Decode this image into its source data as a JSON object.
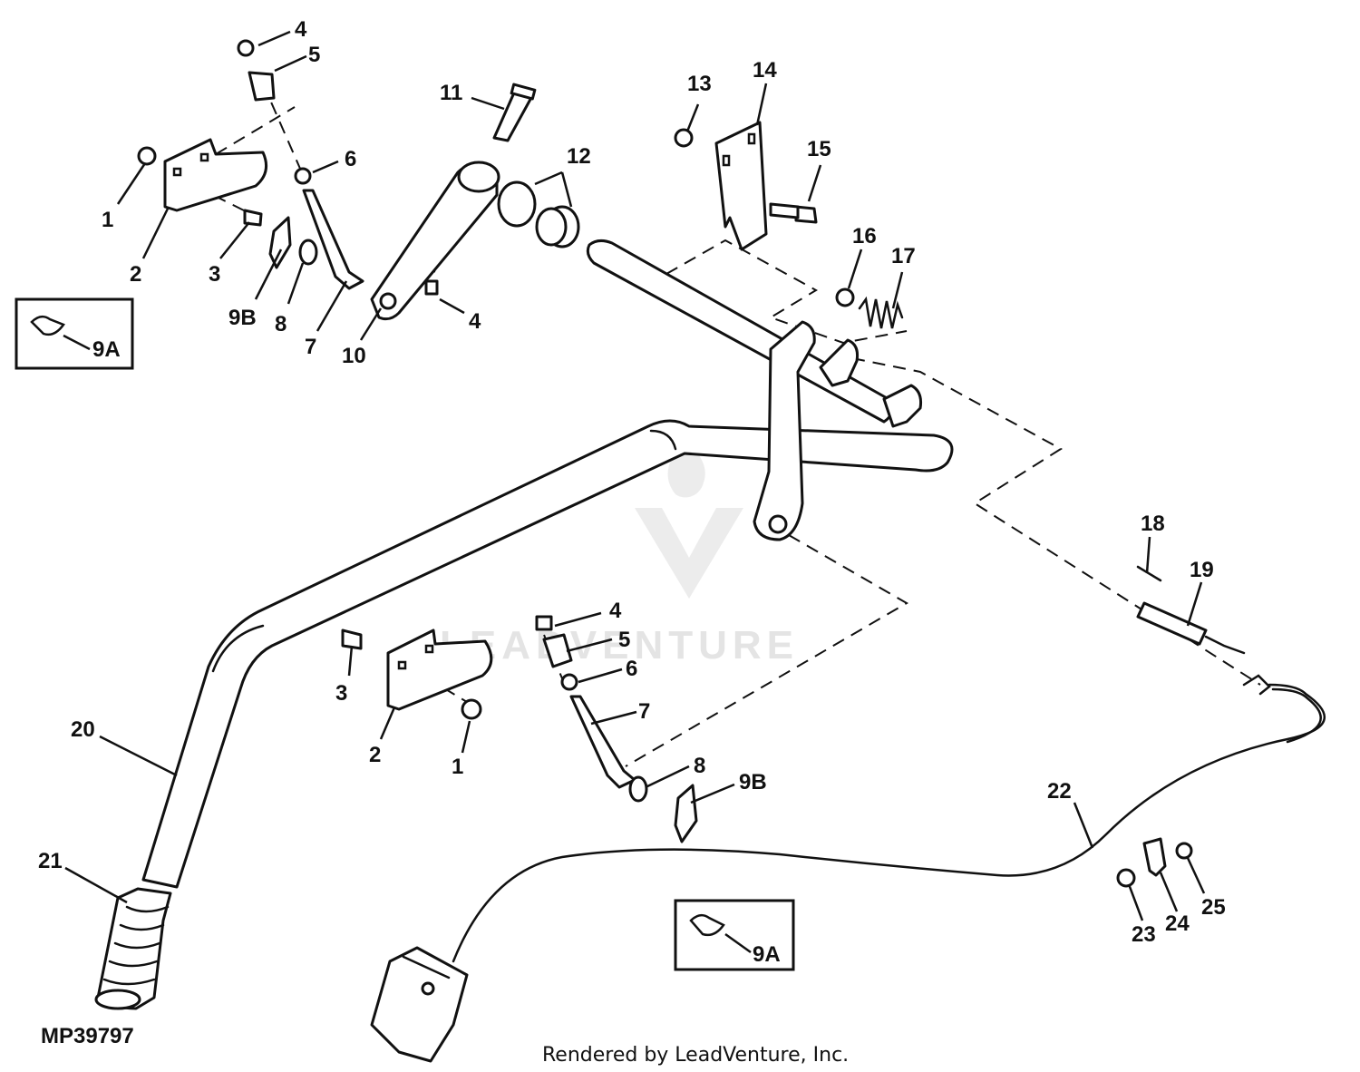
{
  "figure_id": "MP39797",
  "credit": "Rendered by LeadVenture, Inc.",
  "watermark": "LEADVENTURE",
  "callouts": {
    "c1a": "1",
    "c2a": "2",
    "c3a": "3",
    "c4a": "4",
    "c4b": "4",
    "c5a": "5",
    "c6a": "6",
    "c7a": "7",
    "c8a": "8",
    "c9Ba": "9B",
    "c9Aa": "9A",
    "c10": "10",
    "c11": "11",
    "c12": "12",
    "c13": "13",
    "c14": "14",
    "c15": "15",
    "c16": "16",
    "c17": "17",
    "c18": "18",
    "c19": "19",
    "c20": "20",
    "c21": "21",
    "c22": "22",
    "c23": "23",
    "c24": "24",
    "c25": "25",
    "c1b": "1",
    "c2b": "2",
    "c3b": "3",
    "c4c": "4",
    "c5b": "5",
    "c6b": "6",
    "c7b": "7",
    "c8b": "8",
    "c9Bb": "9B",
    "c9Ab": "9A"
  }
}
